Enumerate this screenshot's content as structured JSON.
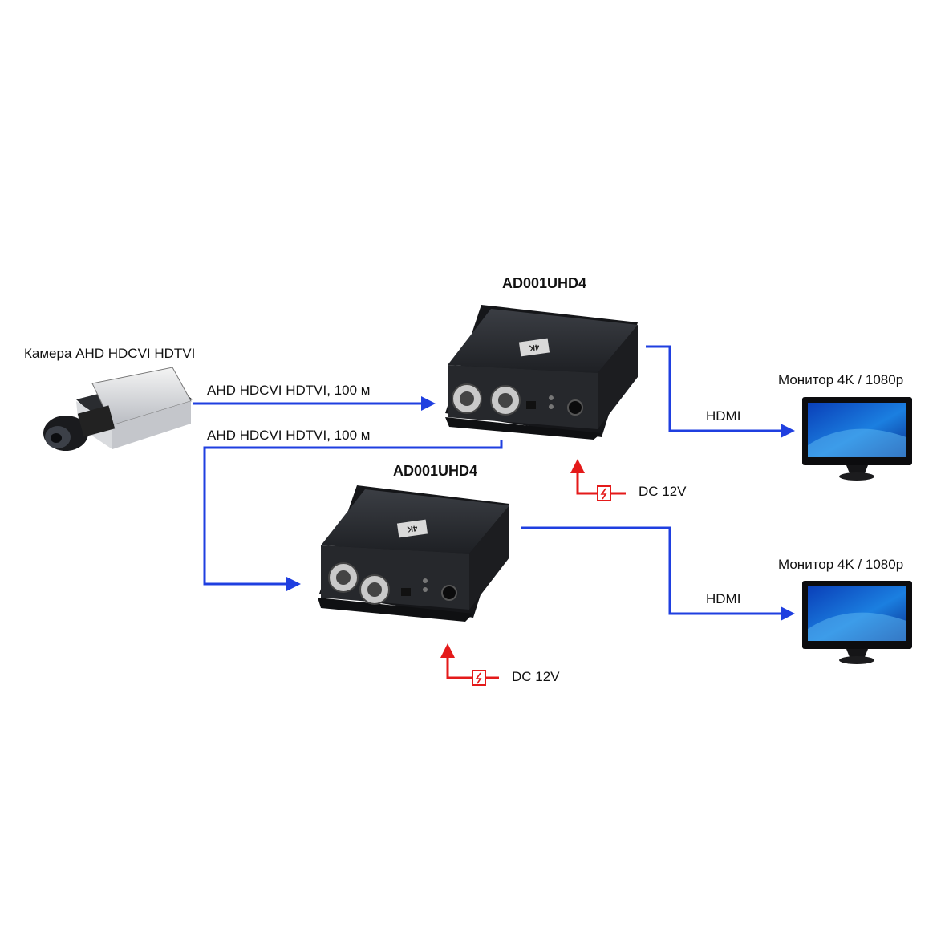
{
  "camera": {
    "label": "Камера AHD HDCVI HDTVI"
  },
  "links": {
    "cable_top": "AHD HDCVI HDTVI, 100 м",
    "cable_bottom": "AHD HDCVI HDTVI, 100 м",
    "hdmi_top": "HDMI",
    "hdmi_bottom": "HDMI"
  },
  "devices": [
    {
      "model": "AD001UHD4",
      "badge": "4K",
      "power": "DC 12V"
    },
    {
      "model": "AD001UHD4",
      "badge": "4K",
      "power": "DC 12V"
    }
  ],
  "monitors": [
    {
      "label": "Монитор 4K / 1080p"
    },
    {
      "label": "Монитор 4K / 1080p"
    }
  ],
  "colors": {
    "video_line": "#1f3fe0",
    "power_line": "#e41a1a",
    "device_body": "#2b2d31",
    "background": "#ffffff"
  }
}
